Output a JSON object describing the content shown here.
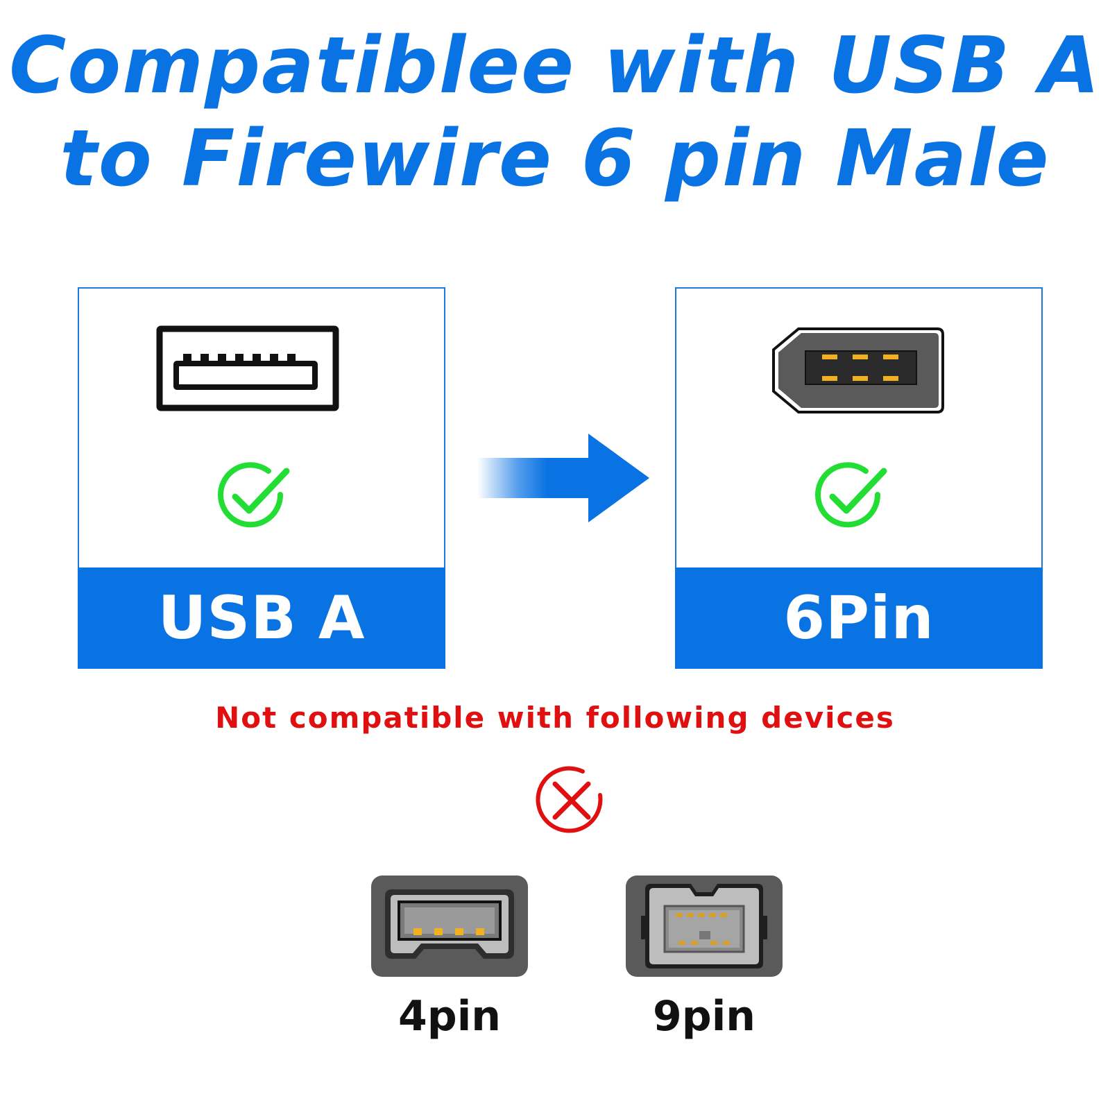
{
  "title": {
    "line1": "Compatiblee with USB A",
    "line2": "to Firewire 6 pin Male"
  },
  "cards": {
    "left": {
      "label": "USB A",
      "icon": "usb-a-port-icon",
      "status": "compatible-check-icon"
    },
    "right": {
      "label": "6Pin",
      "icon": "firewire-6pin-port-icon",
      "status": "compatible-check-icon"
    }
  },
  "arrow": {
    "icon": "right-arrow-icon"
  },
  "incompatible": {
    "text": "Not compatible with following devices",
    "icon": "not-compatible-x-icon",
    "devices": [
      {
        "label": "4pin",
        "icon": "firewire-4pin-port-icon"
      },
      {
        "label": "9pin",
        "icon": "firewire-9pin-port-icon"
      }
    ]
  },
  "colors": {
    "brand_blue": "#0a73e3",
    "check_green": "#22dd33",
    "error_red": "#e01010",
    "pin_gold": "#f0b020",
    "port_gray": "#5a5a5a"
  }
}
